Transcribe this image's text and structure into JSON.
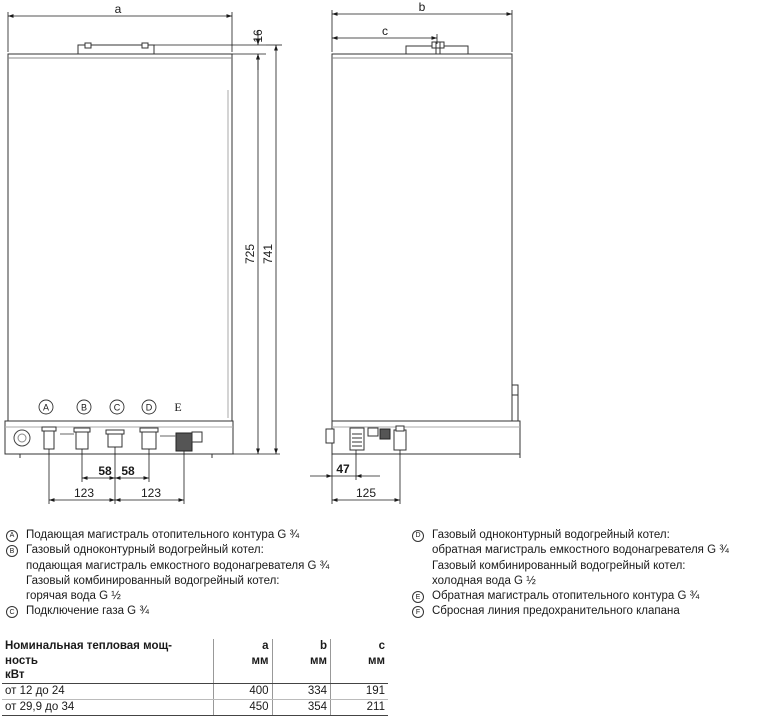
{
  "dimensions": {
    "a": "a",
    "b": "b",
    "c": "c",
    "d16": "16",
    "d725": "725",
    "d741": "741",
    "d58a": "58",
    "d58b": "58",
    "d123a": "123",
    "d123b": "123",
    "d47": "47",
    "d125": "125"
  },
  "connection_letters": [
    "A",
    "B",
    "C",
    "D",
    "E",
    "F"
  ],
  "legend_left": [
    {
      "mark": "A",
      "lines": [
        "Подающая магистраль отопительного контура G ¾"
      ]
    },
    {
      "mark": "B",
      "lines": [
        "Газовый одноконтурный водогрейный котел:",
        "подающая магистраль емкостного водонагревателя G ¾",
        "Газовый комбинированный водогрейный котел:",
        "горячая вода G ½"
      ]
    },
    {
      "mark": "C",
      "lines": [
        "Подключение газа G ¾"
      ]
    }
  ],
  "legend_right": [
    {
      "mark": "D",
      "lines": [
        "Газовый одноконтурный водогрейный котел:",
        "обратная магистраль емкостного водонагревателя G ¾",
        "Газовый комбинированный водогрейный котел:",
        "холодная вода G ½"
      ]
    },
    {
      "mark": "E",
      "lines": [
        "Обратная магистраль отопительного контура G ¾"
      ]
    },
    {
      "mark": "F",
      "lines": [
        "Сбросная линия предохранительного клапана"
      ]
    }
  ],
  "table": {
    "header": {
      "col0": [
        "Номинальная тепловая мощ-",
        "ность",
        "кВт"
      ],
      "col1": [
        "a",
        "мм"
      ],
      "col2": [
        "b",
        "мм"
      ],
      "col3": [
        "c",
        "мм"
      ]
    },
    "rows": [
      [
        "от 12 до 24",
        "400",
        "334",
        "191"
      ],
      [
        "от 29,9 до 34",
        "450",
        "354",
        "211"
      ]
    ]
  }
}
